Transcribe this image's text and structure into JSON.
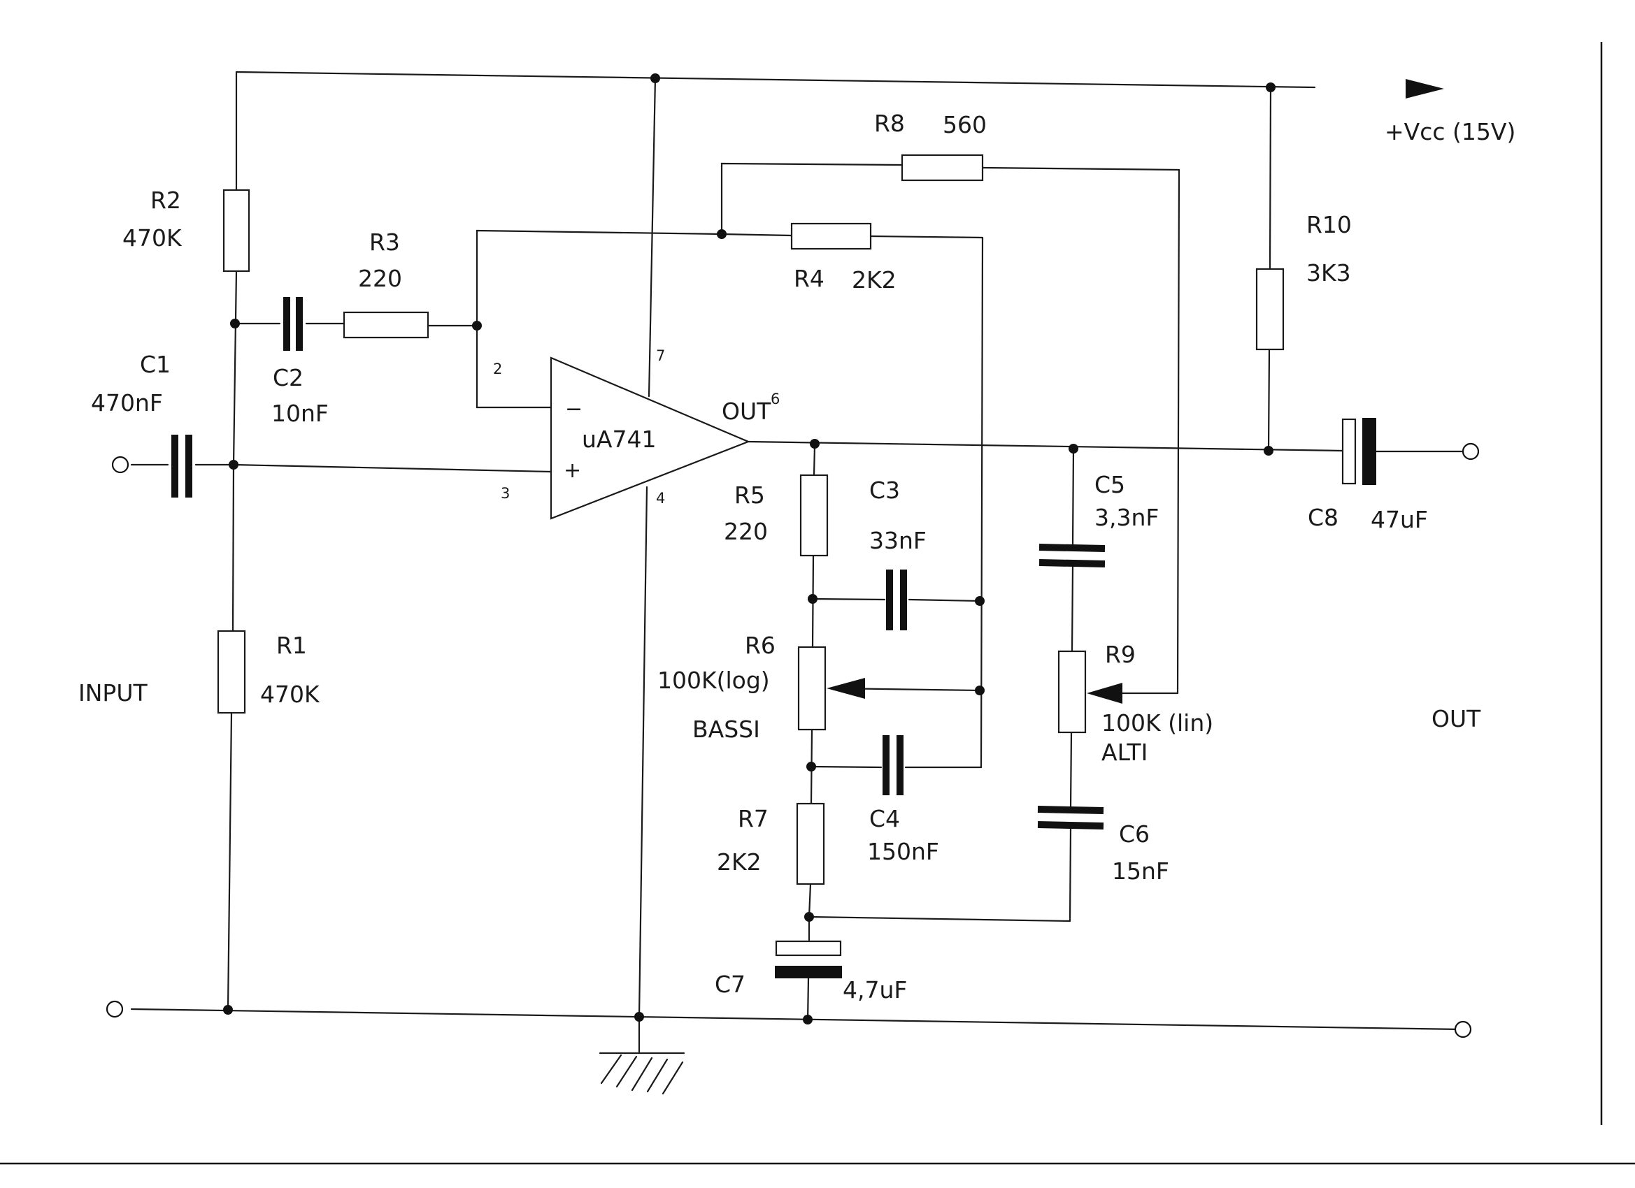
{
  "labels": {
    "supply": "+Vcc (15V)",
    "input": "INPUT",
    "output": "OUT",
    "opamp": "uA741",
    "opamp_out": "OUT",
    "bassi": "BASSI",
    "alti": "ALTI"
  },
  "opamp_pins": {
    "inv": "2",
    "noninv": "3",
    "vplus": "7",
    "vminus": "4",
    "out": "6",
    "minus_sign": "−",
    "plus_sign": "+"
  },
  "components": {
    "R1": {
      "ref": "R1",
      "value": "470K"
    },
    "R2": {
      "ref": "R2",
      "value": "470K"
    },
    "R3": {
      "ref": "R3",
      "value": "220"
    },
    "R4": {
      "ref": "R4",
      "value": "2K2"
    },
    "R5": {
      "ref": "R5",
      "value": "220"
    },
    "R6": {
      "ref": "R6",
      "value": "100K(log)"
    },
    "R7": {
      "ref": "R7",
      "value": "2K2"
    },
    "R8": {
      "ref": "R8",
      "value": "560"
    },
    "R9": {
      "ref": "R9",
      "value": "100K (lin)"
    },
    "R10": {
      "ref": "R10",
      "value": "3K3"
    },
    "C1": {
      "ref": "C1",
      "value": "470nF"
    },
    "C2": {
      "ref": "C2",
      "value": "10nF"
    },
    "C3": {
      "ref": "C3",
      "value": "33nF"
    },
    "C4": {
      "ref": "C4",
      "value": "150nF"
    },
    "C5": {
      "ref": "C5",
      "value": "3,3nF"
    },
    "C6": {
      "ref": "C6",
      "value": "15nF"
    },
    "C7": {
      "ref": "C7",
      "value": "4,7uF"
    },
    "C8": {
      "ref": "C8",
      "value": "47uF"
    }
  }
}
